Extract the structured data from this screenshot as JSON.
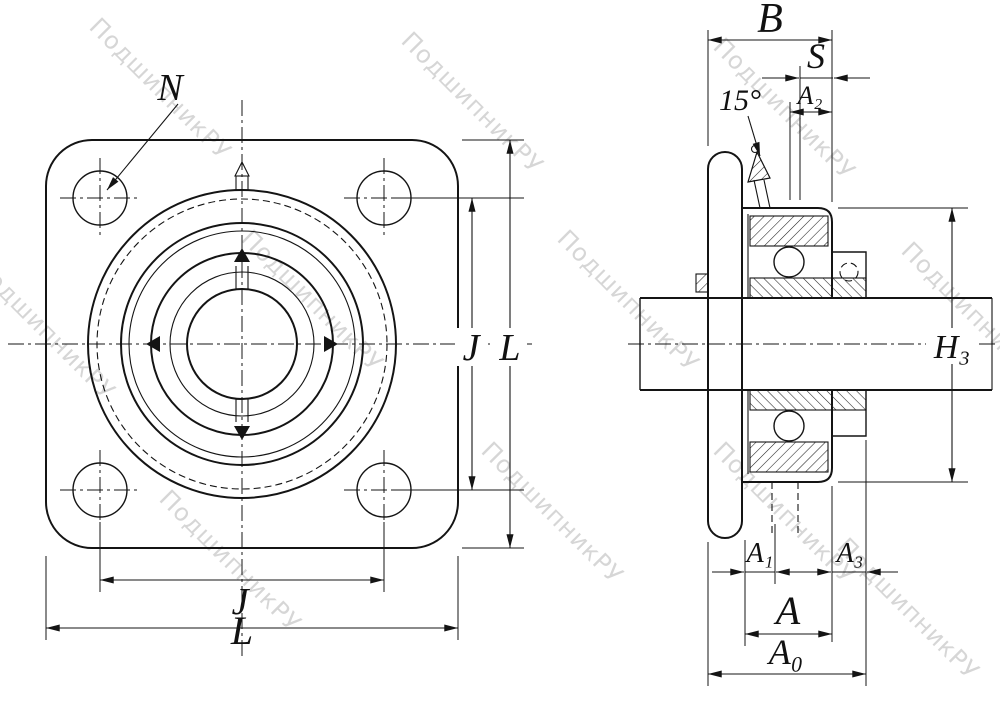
{
  "watermark": {
    "text": "ПодшипникРУ"
  },
  "colors": {
    "line": "#141414",
    "watermark": "#bdbdbd",
    "background": "#ffffff"
  },
  "front_view": {
    "labels": {
      "n": "N",
      "j_vertical": "J",
      "l_vertical": "L",
      "j_horizontal": "J",
      "l_horizontal": "L"
    }
  },
  "side_view": {
    "labels": {
      "b": "B",
      "s": "S",
      "a2": "A₂",
      "angle": "15°",
      "h3": "H₃",
      "a1": "A₁",
      "a3": "A₃",
      "a": "A",
      "a0": "A₀"
    }
  }
}
